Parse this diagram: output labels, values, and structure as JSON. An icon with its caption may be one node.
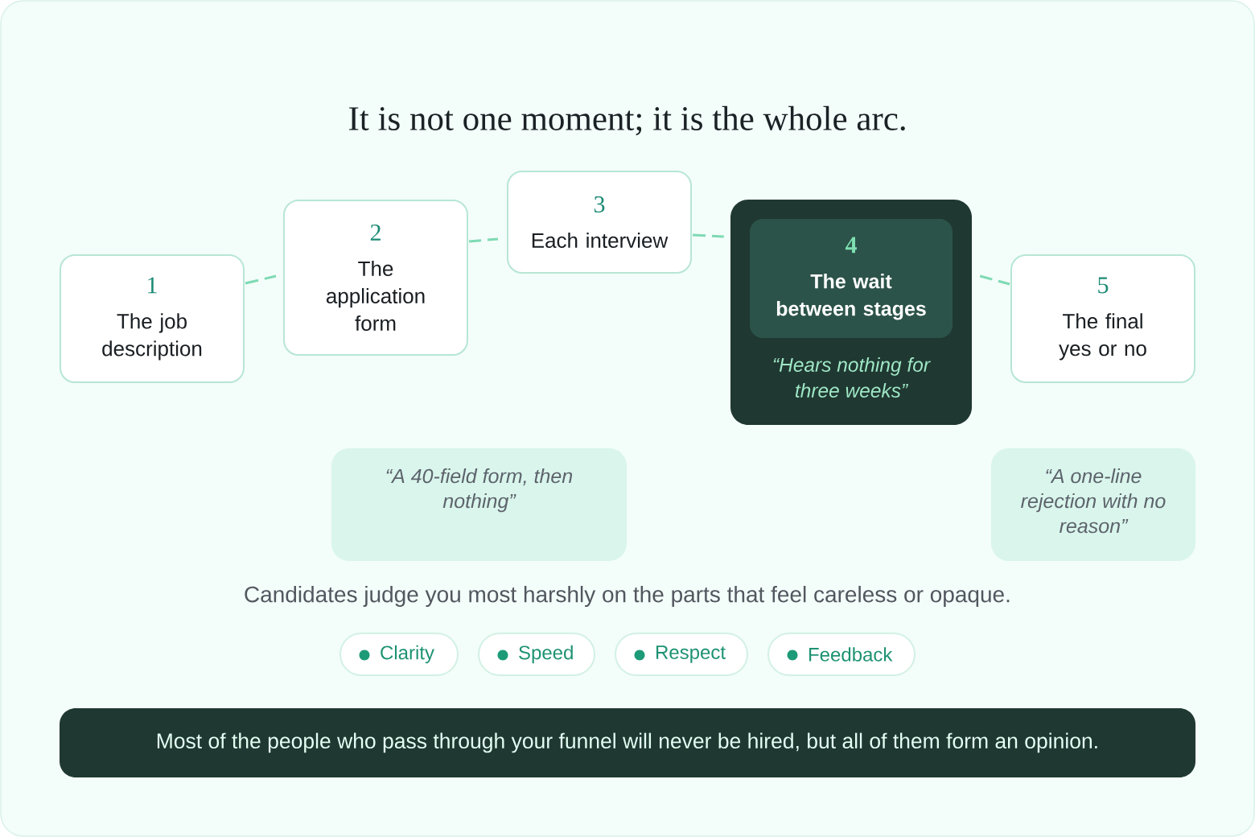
{
  "diagram": {
    "title": "It is not one moment; it is the whole arc.",
    "nodes": [
      {
        "text": [
          "1",
          "The job description"
        ]
      },
      {
        "text": [
          "2",
          "The application form"
        ]
      },
      {
        "text": [
          "3",
          "Each interview"
        ]
      },
      {
        "text": [
          "“Hears nothing for three weeks”"
        ]
      },
      {
        "text": [
          "4",
          "The wait between stages"
        ],
        "in": 3
      },
      {
        "text": [
          "5",
          "The final yes or no"
        ]
      },
      {
        "text": [
          "“A 40-field form, then nothing”"
        ]
      },
      {
        "text": [
          "“A one-line rejection with no reason”"
        ]
      },
      {
        "text": [
          "Clarity"
        ]
      },
      {
        "text": [
          "Speed"
        ]
      },
      {
        "text": [
          "Respect"
        ]
      },
      {
        "text": [
          "Feedback"
        ]
      },
      {
        "text": [
          "Most of the people who pass through your funnel will never be hired, but all of them form an opinion."
        ]
      }
    ],
    "edges": [
      {
        "from": 0,
        "to": 1,
        "arrow": "none",
        "style": "dashed"
      },
      {
        "from": 1,
        "to": 2,
        "arrow": "none",
        "style": "dashed"
      },
      {
        "from": 2,
        "to": 3,
        "arrow": "none",
        "style": "dashed"
      },
      {
        "from": 3,
        "to": 5,
        "arrow": "none",
        "style": "dashed"
      }
    ],
    "labels": [
      "Candidates judge you most harshly on the parts that feel careless or opaque."
    ]
  }
}
